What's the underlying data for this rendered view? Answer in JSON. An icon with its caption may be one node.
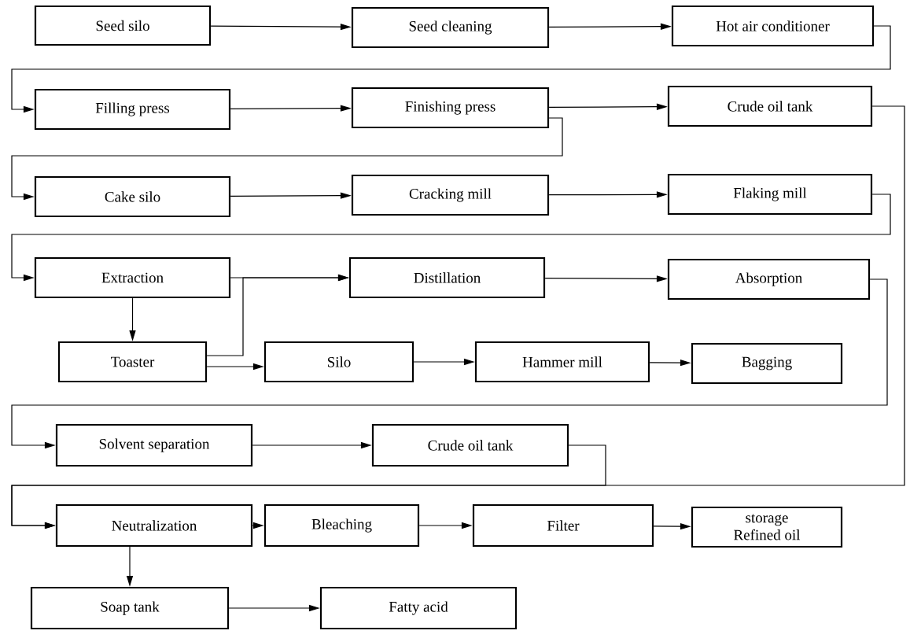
{
  "diagram": {
    "nodes": [
      {
        "text": [
          "Seed silo"
        ]
      },
      {
        "text": [
          "Seed cleaning"
        ]
      },
      {
        "text": [
          "Hot air conditioner"
        ]
      },
      {
        "text": [
          "Filling press"
        ]
      },
      {
        "text": [
          "Finishing press"
        ]
      },
      {
        "text": [
          "Crude oil tank"
        ]
      },
      {
        "text": [
          "Cake silo"
        ]
      },
      {
        "text": [
          "Cracking mill"
        ]
      },
      {
        "text": [
          "Flaking mill"
        ]
      },
      {
        "text": [
          "Extraction"
        ]
      },
      {
        "text": [
          "Distillation"
        ]
      },
      {
        "text": [
          "Absorption"
        ]
      },
      {
        "text": [
          "Toaster"
        ]
      },
      {
        "text": [
          "Silo"
        ]
      },
      {
        "text": [
          "Hammer mill"
        ]
      },
      {
        "text": [
          "Bagging"
        ]
      },
      {
        "text": [
          "Solvent separation"
        ]
      },
      {
        "text": [
          "Crude oil tank"
        ]
      },
      {
        "text": [
          "Neutralization"
        ]
      },
      {
        "text": [
          "Bleaching"
        ]
      },
      {
        "text": [
          "Filter"
        ]
      },
      {
        "text": [
          "storage Refined oil"
        ]
      },
      {
        "text": [
          "Soap tank"
        ]
      },
      {
        "text": [
          "Fatty acid"
        ]
      }
    ],
    "edges": [
      {
        "from": 0,
        "to": 1,
        "arrow": "to"
      },
      {
        "from": 1,
        "to": 2,
        "arrow": "to"
      },
      {
        "from": 2,
        "to": 3,
        "arrow": "to"
      },
      {
        "from": 3,
        "to": 4,
        "arrow": "to"
      },
      {
        "from": 4,
        "to": 5,
        "arrow": "to"
      },
      {
        "from": 4,
        "to": 6,
        "arrow": "to"
      },
      {
        "from": 6,
        "to": 7,
        "arrow": "to"
      },
      {
        "from": 7,
        "to": 8,
        "arrow": "to"
      },
      {
        "from": 8,
        "to": 9,
        "arrow": "to"
      },
      {
        "from": 9,
        "to": 10,
        "arrow": "to"
      },
      {
        "from": 9,
        "to": 12,
        "arrow": "to"
      },
      {
        "from": 12,
        "to": 10,
        "arrow": "to"
      },
      {
        "from": 10,
        "to": 11,
        "arrow": "to"
      },
      {
        "from": 12,
        "to": 13,
        "arrow": "to"
      },
      {
        "from": 13,
        "to": 14,
        "arrow": "to"
      },
      {
        "from": 14,
        "to": 15,
        "arrow": "to"
      },
      {
        "from": 11,
        "to": 16,
        "arrow": "to"
      },
      {
        "from": 16,
        "to": 17,
        "arrow": "to"
      },
      {
        "from": 17,
        "to": 18,
        "arrow": "to"
      },
      {
        "from": 5,
        "to": 18,
        "arrow": "to"
      },
      {
        "from": 18,
        "to": 19,
        "arrow": "to"
      },
      {
        "from": 19,
        "to": 20,
        "arrow": "to"
      },
      {
        "from": 20,
        "to": 21,
        "arrow": "to"
      },
      {
        "from": 18,
        "to": 22,
        "arrow": "to"
      },
      {
        "from": 22,
        "to": 23,
        "arrow": "to"
      }
    ]
  }
}
